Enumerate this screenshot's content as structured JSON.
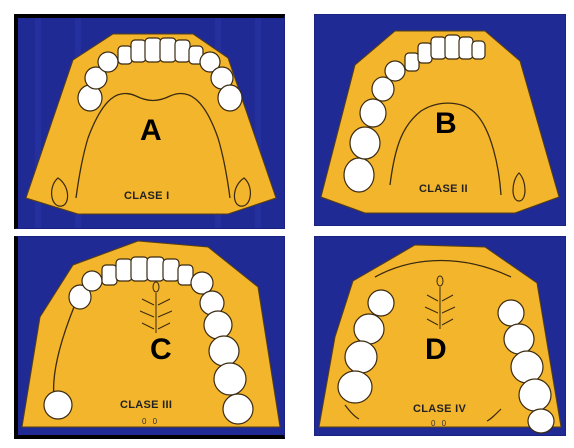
{
  "colors": {
    "background": "#1f2a94",
    "plate": "#f3b52c",
    "tooth": "#ffffff",
    "outline": "#3a2a10"
  },
  "panels": [
    {
      "letter": "A",
      "label": "CLASE I",
      "marks": ""
    },
    {
      "letter": "B",
      "label": "CLASE II",
      "marks": ""
    },
    {
      "letter": "C",
      "label": "CLASE III",
      "marks": "0 0"
    },
    {
      "letter": "D",
      "label": "CLASE IV",
      "marks": "0 0"
    }
  ]
}
